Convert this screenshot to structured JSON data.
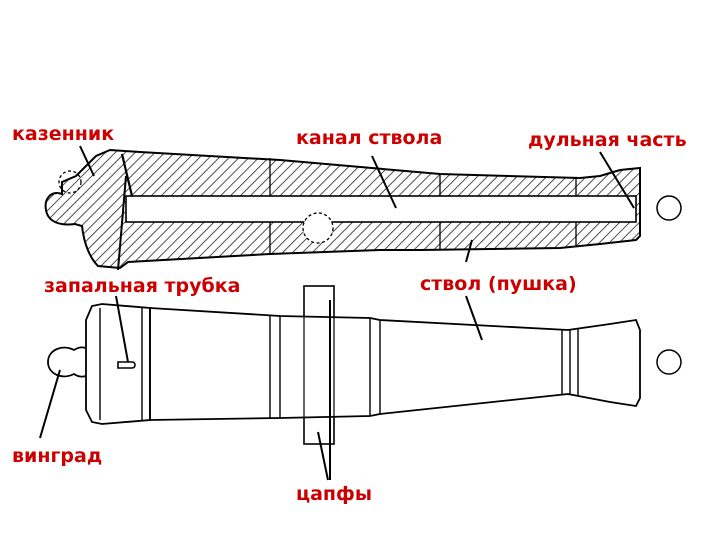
{
  "labels": {
    "kazennik": "казенник",
    "kanal": "канал ствола",
    "dulnaya": "дульная часть",
    "zapalnaya": "запальная трубка",
    "stvol": "ствол (пушка)",
    "vingrad": "винград",
    "tsapfy": "цапфы"
  },
  "colors": {
    "label": "#cc0000",
    "line": "#000000",
    "hatch": "#222222",
    "background": "#ffffff"
  }
}
